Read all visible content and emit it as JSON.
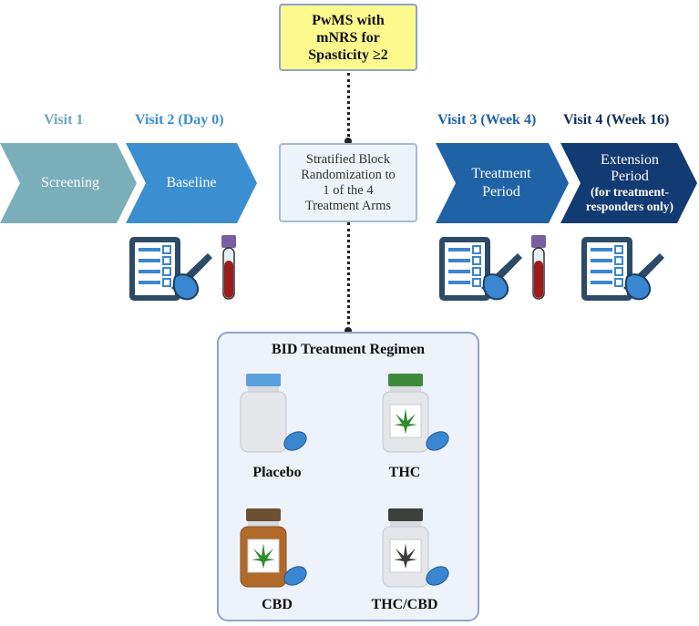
{
  "visits": [
    {
      "label": "Visit 1",
      "color": "#6ea6b4"
    },
    {
      "label": "Visit 2 (Day 0)",
      "color": "#3b8fd0"
    },
    {
      "label": "Visit 3 (Week 4)",
      "color": "#1f63a6"
    },
    {
      "label": "Visit 4 (Week 16)",
      "color": "#0f2d5c"
    }
  ],
  "phases": {
    "screening": "Screening",
    "baseline": "Baseline",
    "treatment_line1": "Treatment",
    "treatment_line2": "Period",
    "extension_line1": "Extension",
    "extension_line2": "Period",
    "extension_note1": "(for treatment-",
    "extension_note2": "responders only)"
  },
  "pwms": {
    "line1": "PwMS with",
    "line2": "mNRS for",
    "line3": "Spasticity ≥2"
  },
  "randomization": {
    "line1": "Stratified Block",
    "line2": "Randomization to",
    "line3": "1 of the 4",
    "line4": "Treatment Arms"
  },
  "regimen": {
    "title": "BID Treatment Regimen",
    "arms": [
      "Placebo",
      "THC",
      "CBD",
      "THC/CBD"
    ]
  },
  "icons": [
    "checklist-icon",
    "blood-tube-icon",
    "pill-bottle-icon",
    "cannabis-leaf-icon",
    "capsule-icon"
  ],
  "colors": {
    "screening": "#7aaeb9",
    "baseline": "#3b8fd0",
    "treatment": "#1f63a6",
    "extension": "#123a73"
  }
}
